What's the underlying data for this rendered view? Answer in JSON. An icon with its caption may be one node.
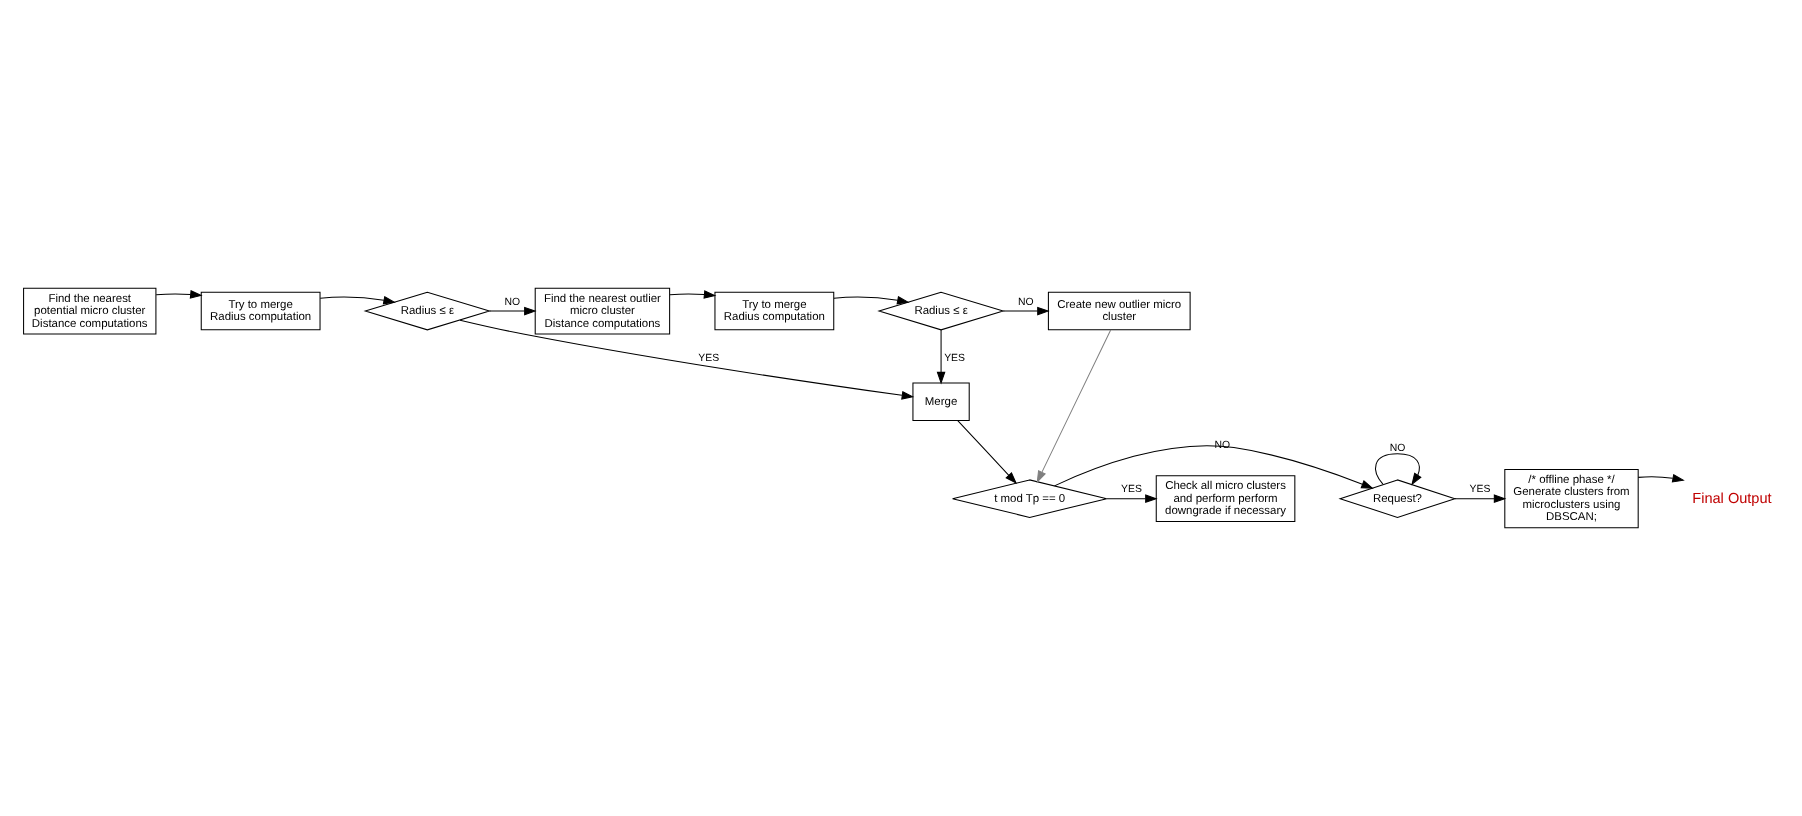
{
  "diagram": {
    "nodes": [
      {
        "text": [
          "Find the nearest potential micro cluster",
          "Distance computations"
        ]
      },
      {
        "text": [
          "Try to merge",
          "Radius computation"
        ]
      },
      {
        "text": [
          "Radius ≤ ε"
        ]
      },
      {
        "text": [
          "Find the nearest outlier  micro cluster",
          "Distance computations"
        ]
      },
      {
        "text": [
          "Try to merge",
          "Radius computation"
        ]
      },
      {
        "text": [
          "Radius ≤ ε"
        ]
      },
      {
        "text": [
          "Create new outlier micro cluster"
        ]
      },
      {
        "text": [
          "Merge"
        ]
      },
      {
        "text": [
          "t mod Tp == 0"
        ]
      },
      {
        "text": [
          "Check all micro clusters and perform perform downgrade if necessary"
        ]
      },
      {
        "text": [
          "Request?"
        ]
      },
      {
        "text": [
          "/* offline phase */ Generate clusters from microclusters using DBSCAN;"
        ]
      },
      {
        "text": [
          "Final Output"
        ]
      }
    ],
    "edges": [
      {
        "from": 0,
        "to": 1,
        "arrow": "to"
      },
      {
        "from": 1,
        "to": 2,
        "arrow": "to"
      },
      {
        "from": 2,
        "to": 3,
        "arrow": "to",
        "label": "NO"
      },
      {
        "from": 2,
        "to": 7,
        "arrow": "to",
        "label": "YES"
      },
      {
        "from": 3,
        "to": 4,
        "arrow": "to"
      },
      {
        "from": 4,
        "to": 5,
        "arrow": "to"
      },
      {
        "from": 5,
        "to": 6,
        "arrow": "to",
        "label": "NO"
      },
      {
        "from": 5,
        "to": 7,
        "arrow": "to",
        "label": "YES"
      },
      {
        "from": 6,
        "to": 8,
        "arrow": "to",
        "color": "#808080"
      },
      {
        "from": 7,
        "to": 8,
        "arrow": "to"
      },
      {
        "from": 8,
        "to": 9,
        "arrow": "to",
        "label": "YES"
      },
      {
        "from": 8,
        "to": 10,
        "arrow": "to",
        "label": "NO"
      },
      {
        "from": 10,
        "to": 10,
        "arrow": "to",
        "label": "NO"
      },
      {
        "from": 10,
        "to": 11,
        "arrow": "to",
        "label": "YES"
      },
      {
        "from": 11,
        "to": 12,
        "arrow": "to"
      }
    ]
  }
}
